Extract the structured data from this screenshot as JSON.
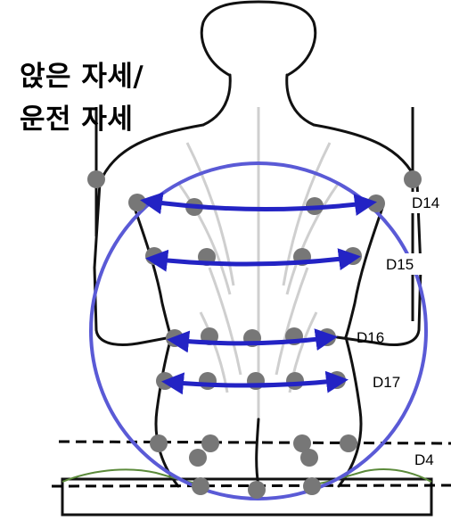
{
  "title": {
    "line1": "앉은 자세/",
    "line2": "운전 자세"
  },
  "labels": {
    "d14": "D14",
    "d15": "D15",
    "d16": "D16",
    "d17": "D17",
    "d4": "D4"
  },
  "colors": {
    "circle": "#5a5ad6",
    "arrow": "#2323c4",
    "dot": "#777777",
    "outline": "#111111",
    "cushion": "#5b8a3a",
    "dashed": "#000000"
  }
}
